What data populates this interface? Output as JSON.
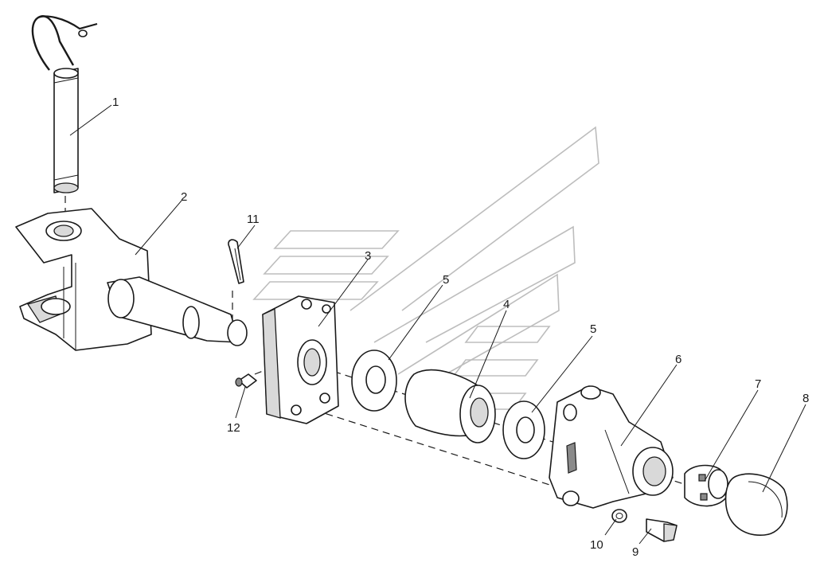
{
  "callouts": [
    {
      "id": "1",
      "label": "1"
    },
    {
      "id": "2",
      "label": "2"
    },
    {
      "id": "3",
      "label": "3"
    },
    {
      "id": "4",
      "label": "4"
    },
    {
      "id": "5a",
      "label": "5"
    },
    {
      "id": "5b",
      "label": "5"
    },
    {
      "id": "6",
      "label": "6"
    },
    {
      "id": "7",
      "label": "7"
    },
    {
      "id": "8",
      "label": "8"
    },
    {
      "id": "9",
      "label": "9"
    },
    {
      "id": "10",
      "label": "10"
    },
    {
      "id": "11",
      "label": "11"
    },
    {
      "id": "12",
      "label": "12"
    }
  ]
}
